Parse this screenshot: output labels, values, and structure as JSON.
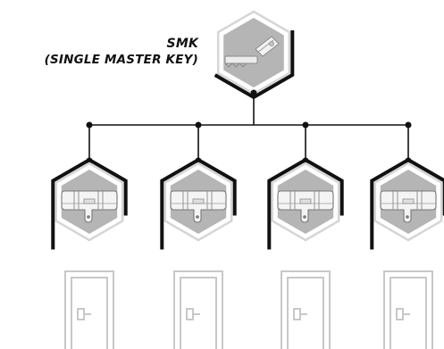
{
  "diagram": {
    "title": "SMK",
    "subtitle": "(SINGLE MASTER KEY)",
    "master_key_icon": "key-icon",
    "cylinder_icon": "euro-cylinder-lock-icon",
    "door_icon": "door-icon",
    "branch_count": 4
  },
  "colors": {
    "line": "#111111",
    "hexagon_fill": "#b5b5b5",
    "hexagon_outline": "#d6d6d6",
    "icon": "#f4f4f4",
    "door": "#c8c8c8"
  }
}
